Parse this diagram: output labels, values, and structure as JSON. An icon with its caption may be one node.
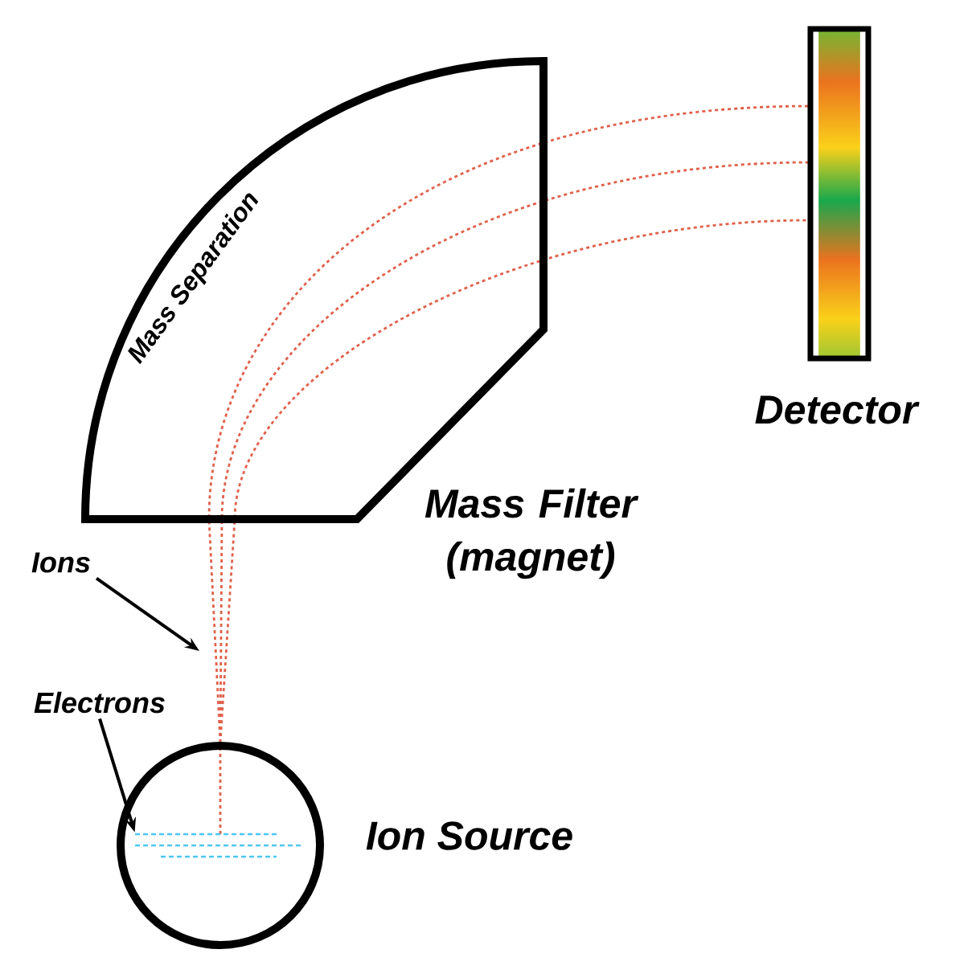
{
  "diagram": {
    "nodes": [
      {
        "text": [
          "Mass Separation"
        ],
        "beside": [
          "Mass Filter (magnet)"
        ]
      },
      {
        "text": [
          "Detector"
        ]
      },
      {
        "text": [
          "Ion Source"
        ]
      },
      {
        "text": [
          "Ions"
        ]
      },
      {
        "text": [
          "Electrons"
        ]
      },
      {
        "text": [],
        "shape": "line",
        "in": 2
      }
    ],
    "edges": [
      {
        "from": 3,
        "to": null,
        "arrow": "to"
      },
      {
        "from": 4,
        "to": 5,
        "arrow": "to"
      }
    ]
  }
}
